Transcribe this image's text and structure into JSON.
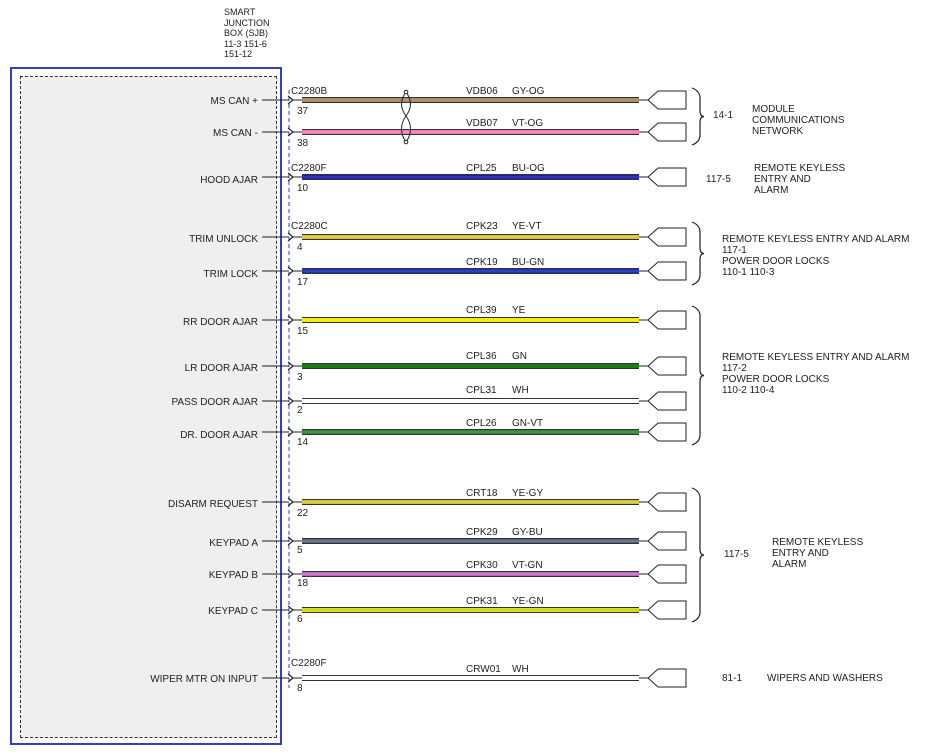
{
  "header": {
    "lines": [
      "SMART",
      "JUNCTION",
      "BOX (SJB)",
      "11-3    151-6",
      "151-12"
    ]
  },
  "connectors": [
    {
      "label": "C2280B"
    },
    {
      "label": "C2280F"
    },
    {
      "label": "C2280C"
    },
    {
      "label": "C2280F"
    }
  ],
  "wires": [
    {
      "signal": "MS CAN +",
      "pin": "37",
      "circuit": "VDB06",
      "color": "GY-OG",
      "fill": "#9c8a72",
      "stripe": "#d89a4a"
    },
    {
      "signal": "MS CAN -",
      "pin": "38",
      "circuit": "VDB07",
      "color": "VT-OG",
      "fill": "#f07ab8",
      "stripe": "#f4a0c8"
    },
    {
      "signal": "HOOD AJAR",
      "pin": "10",
      "circuit": "CPL25",
      "color": "BU-OG",
      "fill": "#1f1fb8",
      "stripe": "#4a4ad0"
    },
    {
      "signal": "TRIM UNLOCK",
      "pin": "4",
      "circuit": "CPK23",
      "color": "YE-VT",
      "fill": "#d8c23a",
      "stripe": "#e8d868"
    },
    {
      "signal": "TRIM LOCK",
      "pin": "17",
      "circuit": "CPK19",
      "color": "BU-GN",
      "fill": "#1f2fc0",
      "stripe": "#3a58d0"
    },
    {
      "signal": "RR DOOR AJAR",
      "pin": "15",
      "circuit": "CPL39",
      "color": "YE",
      "fill": "#f2e81a",
      "stripe": "#f2e81a"
    },
    {
      "signal": "LR DOOR AJAR",
      "pin": "3",
      "circuit": "CPL36",
      "color": "GN",
      "fill": "#1c7a1c",
      "stripe": "#1c7a1c"
    },
    {
      "signal": "PASS DOOR AJAR",
      "pin": "2",
      "circuit": "CPL31",
      "color": "WH",
      "fill": "#ffffff",
      "stripe": "#ffffff"
    },
    {
      "signal": "DR. DOOR AJAR",
      "pin": "14",
      "circuit": "CPL26",
      "color": "GN-VT",
      "fill": "#2e8a2e",
      "stripe": "#5aa05a"
    },
    {
      "signal": "DISARM REQUEST",
      "pin": "22",
      "circuit": "CRT18",
      "color": "YE-GY",
      "fill": "#c8c232",
      "stripe": "#e8e070"
    },
    {
      "signal": "KEYPAD A",
      "pin": "5",
      "circuit": "CPK29",
      "color": "GY-BU",
      "fill": "#5a6278",
      "stripe": "#8a94a8"
    },
    {
      "signal": "KEYPAD B",
      "pin": "18",
      "circuit": "CPK30",
      "color": "VT-GN",
      "fill": "#b86ab8",
      "stripe": "#d89ad8"
    },
    {
      "signal": "KEYPAD C",
      "pin": "6",
      "circuit": "CPK31",
      "color": "YE-GN",
      "fill": "#d8e020",
      "stripe": "#b8d030"
    },
    {
      "signal": "WIPER MTR ON INPUT",
      "pin": "8",
      "circuit": "CRW01",
      "color": "WH",
      "fill": "#ffffff",
      "stripe": "#ffffff"
    }
  ],
  "references": [
    {
      "lines": [
        "14-1",
        "MODULE",
        "COMMUNICATIONS",
        "NETWORK"
      ]
    },
    {
      "lines": [
        "117-5",
        "REMOTE KEYLESS",
        "ENTRY AND",
        "ALARM"
      ]
    },
    {
      "lines": [
        "REMOTE KEYLESS ENTRY AND ALARM",
        "117-1",
        "POWER DOOR LOCKS",
        "110-1    110-3"
      ]
    },
    {
      "lines": [
        "REMOTE KEYLESS ENTRY AND ALARM",
        "117-2",
        "POWER DOOR LOCKS",
        "110-2    110-4"
      ]
    },
    {
      "lines": [
        "117-5",
        "REMOTE KEYLESS",
        "ENTRY AND",
        "ALARM"
      ]
    },
    {
      "lines": [
        "81-1",
        "WIPERS AND WASHERS"
      ]
    }
  ],
  "colors": {
    "module_border": "#2f3fc8",
    "module_fill": "#efefef"
  }
}
